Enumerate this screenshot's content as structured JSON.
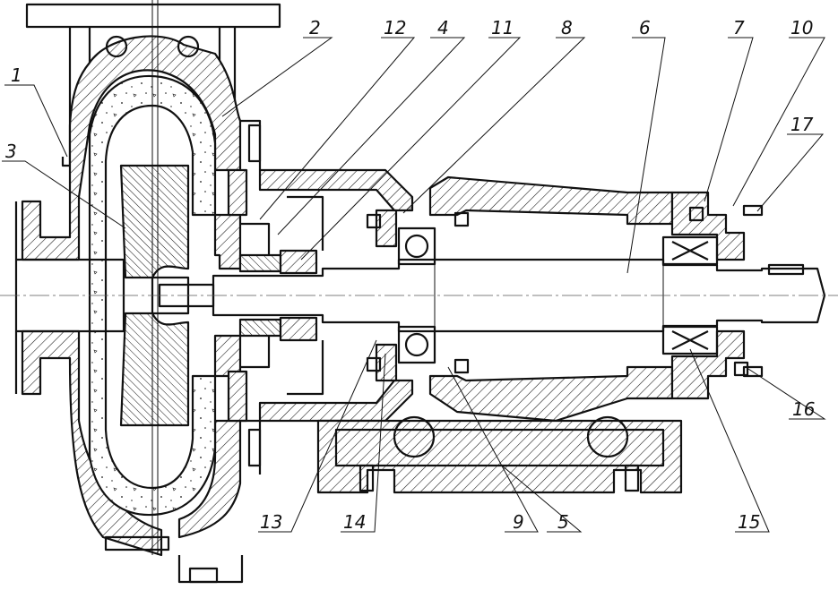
{
  "drawing": {
    "callouts": [
      {
        "id": "1",
        "text": "1"
      },
      {
        "id": "2",
        "text": "2"
      },
      {
        "id": "3",
        "text": "3"
      },
      {
        "id": "4",
        "text": "4"
      },
      {
        "id": "5",
        "text": "5"
      },
      {
        "id": "6",
        "text": "6"
      },
      {
        "id": "7",
        "text": "7"
      },
      {
        "id": "8",
        "text": "8"
      },
      {
        "id": "9",
        "text": "9"
      },
      {
        "id": "10",
        "text": "10"
      },
      {
        "id": "11",
        "text": "11"
      },
      {
        "id": "12",
        "text": "12"
      },
      {
        "id": "13",
        "text": "13"
      },
      {
        "id": "14",
        "text": "14"
      },
      {
        "id": "15",
        "text": "15"
      },
      {
        "id": "16",
        "text": "16"
      },
      {
        "id": "17",
        "text": "17"
      }
    ]
  }
}
